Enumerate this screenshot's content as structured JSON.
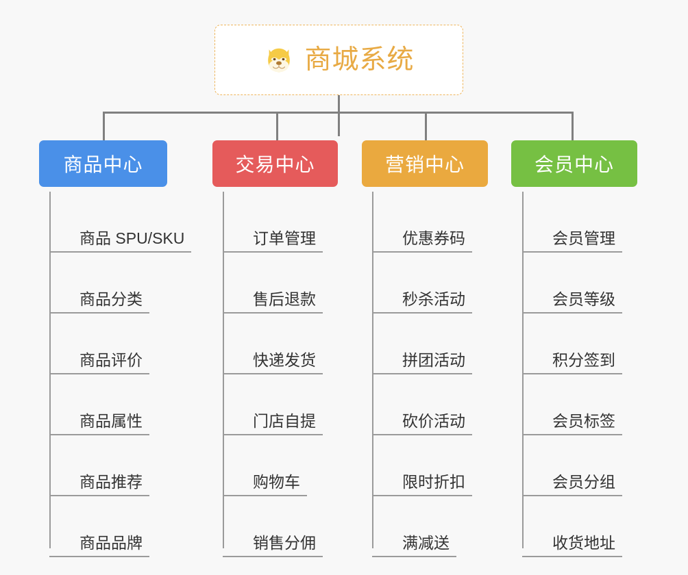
{
  "root": {
    "title": "商城系统",
    "icon": "dog-face-emoji",
    "border_color": "#eeb55b",
    "text_color": "#e8aa44",
    "background": "#ffffff"
  },
  "canvas": {
    "background": "#f8f8f8",
    "connector_color": "#808080",
    "leaf_line_color": "#9a9a9a"
  },
  "columns": [
    {
      "header": "商品中心",
      "color": "#4a90e8",
      "items": [
        "商品 SPU/SKU",
        "商品分类",
        "商品评价",
        "商品属性",
        "商品推荐",
        "商品品牌"
      ]
    },
    {
      "header": "交易中心",
      "color": "#e55b5b",
      "items": [
        "订单管理",
        "售后退款",
        "快递发货",
        "门店自提",
        "购物车",
        "销售分佣"
      ]
    },
    {
      "header": "营销中心",
      "color": "#eaa93f",
      "items": [
        "优惠券码",
        "秒杀活动",
        "拼团活动",
        "砍价活动",
        "限时折扣",
        "满减送"
      ]
    },
    {
      "header": "会员中心",
      "color": "#76c043",
      "items": [
        "会员管理",
        "会员等级",
        "积分签到",
        "会员标签",
        "会员分组",
        "收货地址"
      ]
    }
  ]
}
